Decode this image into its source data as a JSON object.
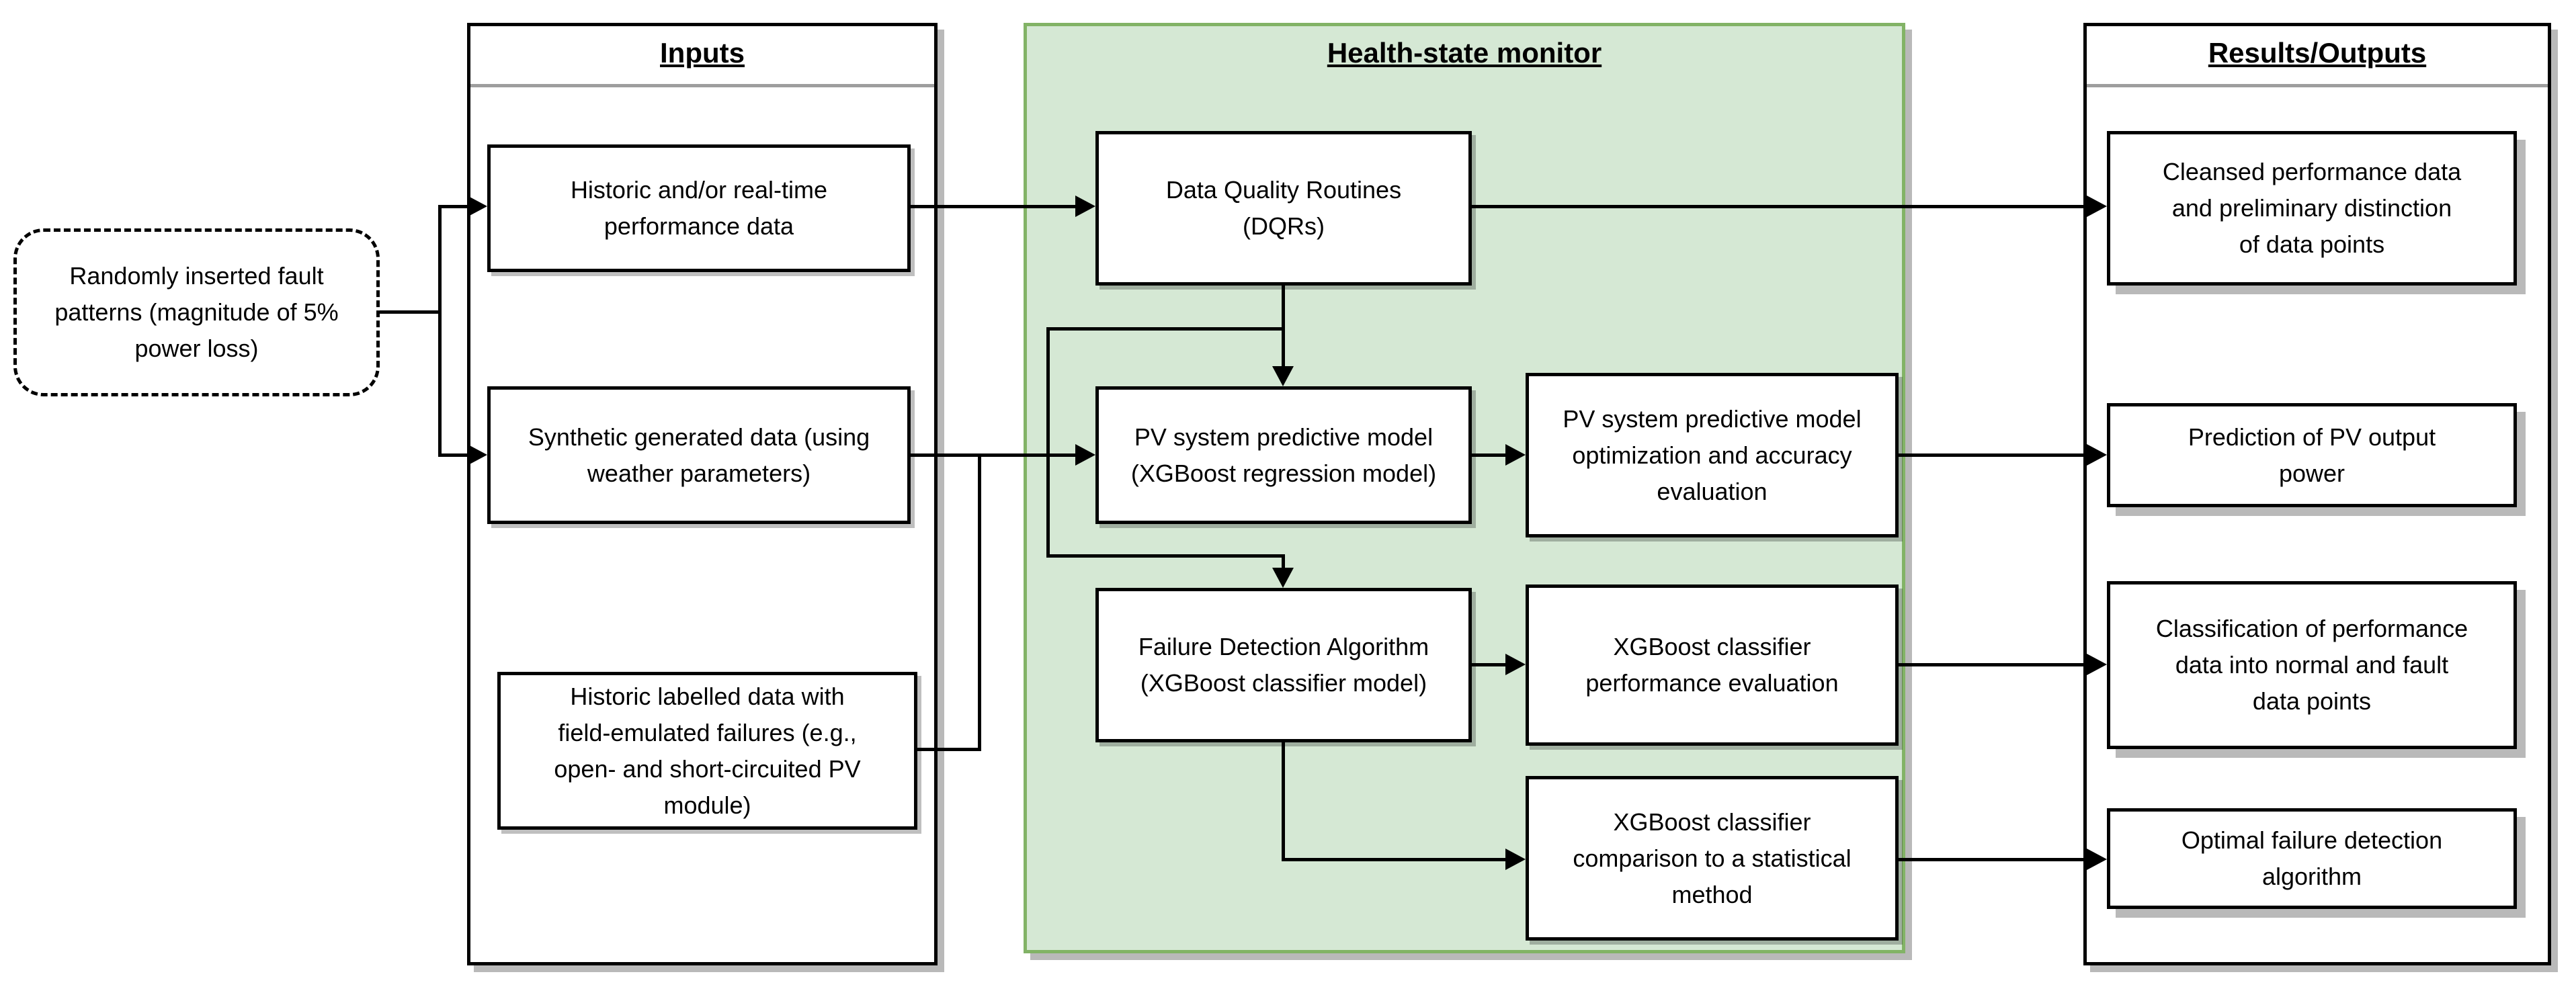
{
  "columns": {
    "inputs": {
      "title": "Inputs"
    },
    "monitor": {
      "title": "Health-state monitor"
    },
    "outputs": {
      "title": "Results/Outputs"
    }
  },
  "nodes": {
    "fault_patterns": {
      "label": "Randomly inserted fault\npatterns (magnitude of 5%\npower loss)"
    },
    "historic_data": {
      "label": "Historic and/or real-time\nperformance data"
    },
    "synthetic_data": {
      "label": "Synthetic generated data (using\nweather parameters)"
    },
    "labelled_data": {
      "label": "Historic labelled data with\nfield-emulated failures (e.g.,\nopen- and short-circuited PV\nmodule)"
    },
    "dqr": {
      "label": "Data Quality Routines\n(DQRs)"
    },
    "pv_model": {
      "label": "PV system predictive model\n(XGBoost regression model)"
    },
    "pv_optimization": {
      "label": "PV system predictive model\noptimization and accuracy\nevaluation"
    },
    "failure_detection": {
      "label": "Failure Detection Algorithm\n(XGBoost classifier model)"
    },
    "classifier_eval": {
      "label": "XGBoost classifier\nperformance evaluation"
    },
    "classifier_comparison": {
      "label": "XGBoost classifier\ncomparison to a statistical\nmethod"
    },
    "cleansed_data": {
      "label": "Cleansed performance data\nand preliminary distinction\nof data points"
    },
    "prediction": {
      "label": "Prediction of PV output\npower"
    },
    "classification": {
      "label": "Classification of performance\ndata into normal and fault\ndata points"
    },
    "optimal_algorithm": {
      "label": "Optimal failure detection\nalgorithm"
    }
  },
  "edges": [
    "fault_patterns -> historic_data",
    "fault_patterns -> synthetic_data",
    "historic_data -> dqr",
    "synthetic_data -> pv_model",
    "labelled_data -> pv_model",
    "dqr -> pv_model",
    "dqr -> failure_detection",
    "dqr -> cleansed_data",
    "pv_model -> pv_optimization",
    "pv_optimization -> prediction",
    "failure_detection -> classifier_eval",
    "failure_detection -> classifier_comparison",
    "classifier_eval -> classification",
    "classifier_comparison -> optimal_algorithm"
  ],
  "colors": {
    "monitor_fill": "#d5e8d4",
    "monitor_border": "#82b366",
    "box_border": "#000000",
    "shadow": "#b9b9b9",
    "background": "#ffffff",
    "text": "#000000"
  }
}
